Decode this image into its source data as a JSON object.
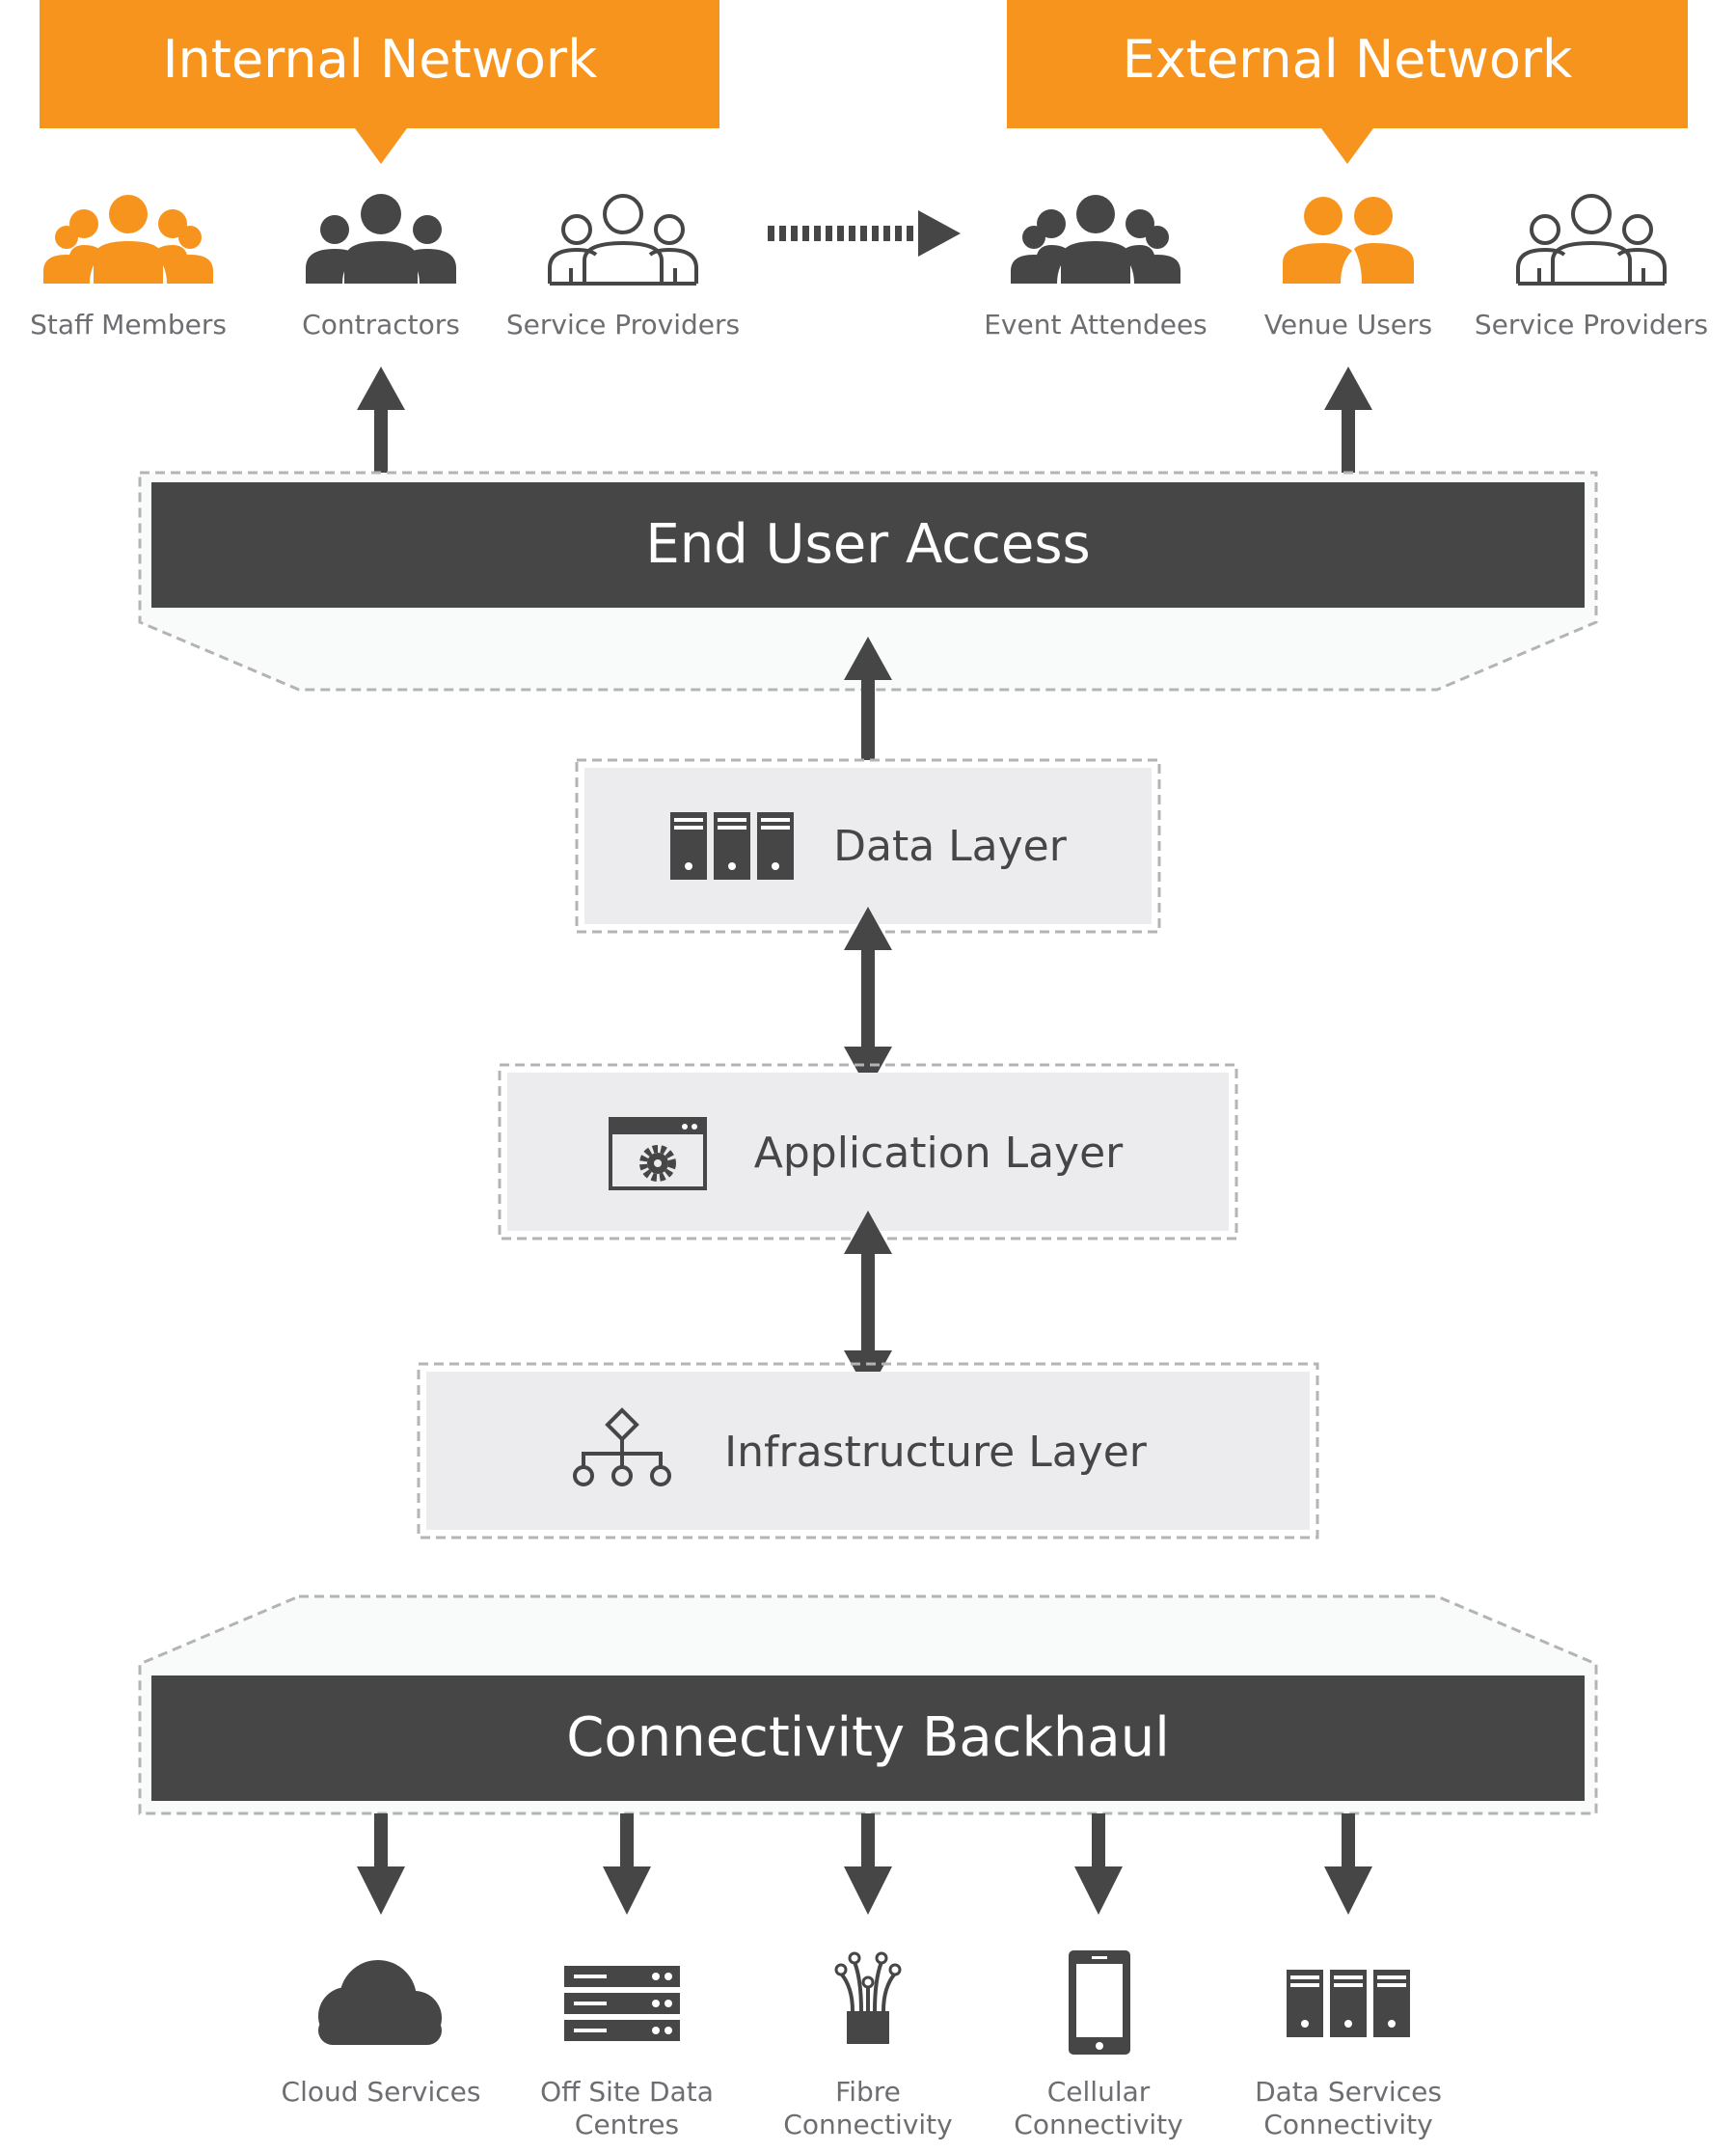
{
  "networks": {
    "internal": "Internal Network",
    "external": "External Network"
  },
  "groups": {
    "internal": [
      "Staff Members",
      "Contractors",
      "Service Providers"
    ],
    "external": [
      "Event Attendees",
      "Venue Users",
      "Service Providers"
    ]
  },
  "layers": {
    "end_user": "End User Access",
    "data": "Data Layer",
    "application": "Application Layer",
    "infrastructure": "Infrastructure Layer",
    "backhaul": "Connectivity Backhaul"
  },
  "services": [
    {
      "line1": "Cloud Services",
      "line2": ""
    },
    {
      "line1": "Off Site Data",
      "line2": "Centres"
    },
    {
      "line1": "Fibre",
      "line2": "Connectivity"
    },
    {
      "line1": "Cellular",
      "line2": "Connectivity"
    },
    {
      "line1": "Data Services",
      "line2": "Connectivity"
    }
  ],
  "colors": {
    "orange": "#f7941d",
    "dark": "#464646",
    "light_box": "#ececee",
    "dashed": "#b4b4b4",
    "label": "#6d6e71"
  },
  "icons": {
    "people_large_group": "people-group-icon",
    "people_small_group": "people-pair-icon",
    "data": "server-racks-icon",
    "application": "app-window-gear-icon",
    "infrastructure": "network-tree-icon",
    "cloud": "cloud-icon",
    "datacentre": "server-stack-icon",
    "fibre": "fibre-icon",
    "cellular": "phone-icon"
  }
}
